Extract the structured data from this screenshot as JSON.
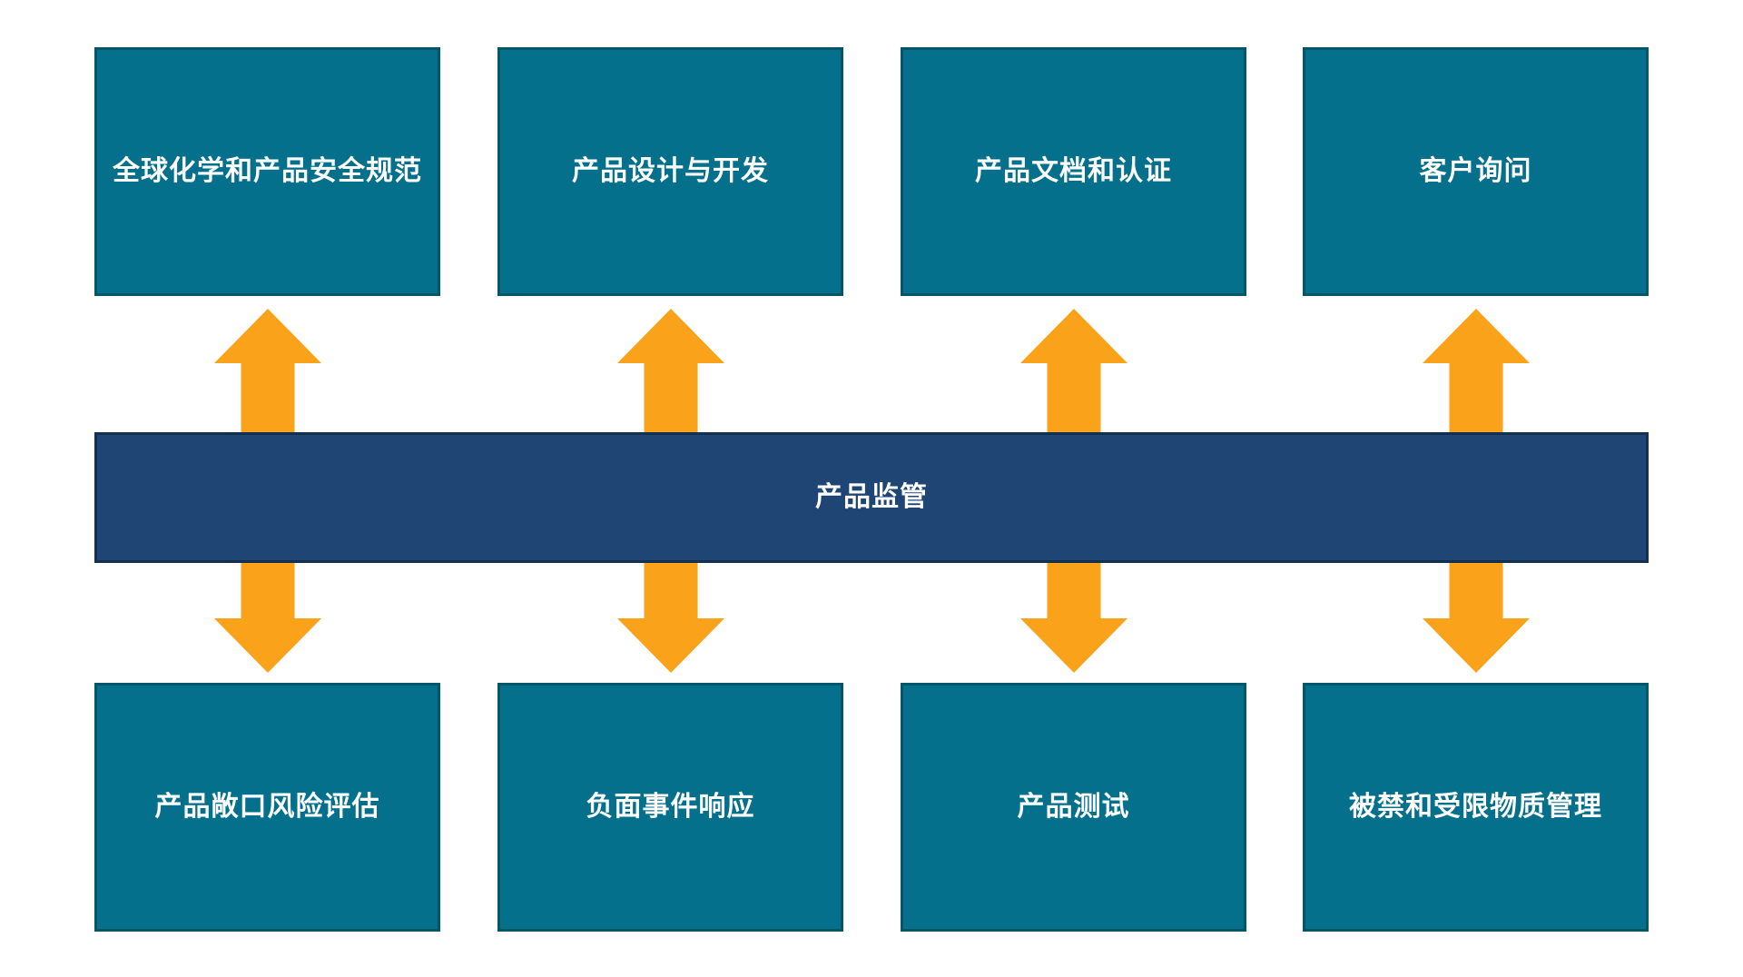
{
  "diagram": {
    "center_bar": {
      "label": "产品监管"
    },
    "top_row": [
      {
        "label": "全球化学和产品安全规范"
      },
      {
        "label": "产品设计与开发"
      },
      {
        "label": "产品文档和认证"
      },
      {
        "label": "客户询问"
      }
    ],
    "bottom_row": [
      {
        "label": "产品敞口风险评估"
      },
      {
        "label": "负面事件响应"
      },
      {
        "label": "产品测试"
      },
      {
        "label": "被禁和受限物质管理"
      }
    ],
    "colors": {
      "background": "#FFFFFF",
      "box_fill": "#04708C",
      "box_border": "#035568",
      "bar_fill": "#1E4573",
      "bar_border": "#14304F",
      "arrow": "#F9A21A",
      "text": "#FFFFFF"
    }
  }
}
